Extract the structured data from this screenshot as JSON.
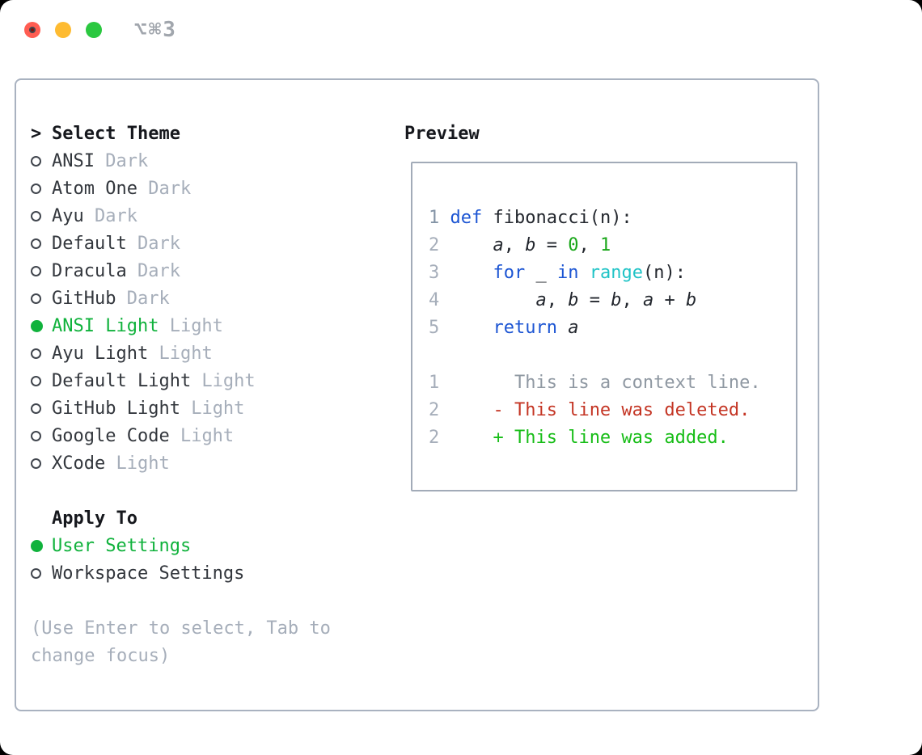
{
  "window": {
    "title": "⌥⌘3",
    "traffic_lights": [
      {
        "name": "close-button",
        "color": "#ff5d52"
      },
      {
        "name": "minimize-button",
        "color": "#febb31"
      },
      {
        "name": "zoom-button",
        "color": "#2bc840"
      }
    ]
  },
  "theme_panel": {
    "header": {
      "prompt": ">",
      "label": "Select Theme"
    },
    "themes": [
      {
        "name": "ANSI",
        "variant": "Dark",
        "selected": false
      },
      {
        "name": "Atom One",
        "variant": "Dark",
        "selected": false
      },
      {
        "name": "Ayu",
        "variant": "Dark",
        "selected": false
      },
      {
        "name": "Default",
        "variant": "Dark",
        "selected": false
      },
      {
        "name": "Dracula",
        "variant": "Dark",
        "selected": false
      },
      {
        "name": "GitHub",
        "variant": "Dark",
        "selected": false
      },
      {
        "name": "ANSI Light",
        "variant": "Light",
        "selected": true
      },
      {
        "name": "Ayu Light",
        "variant": "Light",
        "selected": false
      },
      {
        "name": "Default Light",
        "variant": "Light",
        "selected": false
      },
      {
        "name": "GitHub Light",
        "variant": "Light",
        "selected": false
      },
      {
        "name": "Google Code",
        "variant": "Light",
        "selected": false
      },
      {
        "name": "XCode",
        "variant": "Light",
        "selected": false
      }
    ],
    "apply_to": {
      "label": "Apply To",
      "options": [
        {
          "name": "User Settings",
          "selected": true
        },
        {
          "name": "Workspace Settings",
          "selected": false
        }
      ]
    },
    "help": [
      "(Use Enter to select, Tab to",
      "change focus)"
    ]
  },
  "preview": {
    "label": "Preview",
    "lines": [
      {
        "tokens": [
          {
            "t": "1",
            "c": "numa"
          },
          {
            "t": " ",
            "c": "p"
          },
          {
            "t": "def",
            "c": "kw"
          },
          {
            "t": " fibonacci(n):",
            "c": "p"
          }
        ]
      },
      {
        "tokens": [
          {
            "t": "2",
            "c": "num"
          },
          {
            "t": "     ",
            "c": "p"
          },
          {
            "t": "a",
            "c": "var"
          },
          {
            "t": ", ",
            "c": "p"
          },
          {
            "t": "b",
            "c": "var"
          },
          {
            "t": " = ",
            "c": "p"
          },
          {
            "t": "0",
            "c": "lit"
          },
          {
            "t": ", ",
            "c": "p"
          },
          {
            "t": "1",
            "c": "lit"
          }
        ]
      },
      {
        "tokens": [
          {
            "t": "3",
            "c": "num"
          },
          {
            "t": "     ",
            "c": "p"
          },
          {
            "t": "for",
            "c": "kw"
          },
          {
            "t": " _ ",
            "c": "p"
          },
          {
            "t": "in",
            "c": "kw"
          },
          {
            "t": " ",
            "c": "p"
          },
          {
            "t": "range",
            "c": "cy"
          },
          {
            "t": "(n):",
            "c": "p"
          }
        ]
      },
      {
        "tokens": [
          {
            "t": "4",
            "c": "num"
          },
          {
            "t": "         ",
            "c": "p"
          },
          {
            "t": "a",
            "c": "var"
          },
          {
            "t": ", ",
            "c": "p"
          },
          {
            "t": "b",
            "c": "var"
          },
          {
            "t": " = ",
            "c": "p"
          },
          {
            "t": "b",
            "c": "var"
          },
          {
            "t": ", ",
            "c": "p"
          },
          {
            "t": "a",
            "c": "var"
          },
          {
            "t": " + ",
            "c": "p"
          },
          {
            "t": "b",
            "c": "var"
          }
        ]
      },
      {
        "tokens": [
          {
            "t": "5",
            "c": "num"
          },
          {
            "t": "     ",
            "c": "p"
          },
          {
            "t": "return",
            "c": "kw"
          },
          {
            "t": " ",
            "c": "p"
          },
          {
            "t": "a",
            "c": "var"
          }
        ]
      },
      {
        "tokens": []
      },
      {
        "tokens": [
          {
            "t": "1",
            "c": "num"
          },
          {
            "t": "       This is a context line.",
            "c": "ctx"
          }
        ]
      },
      {
        "tokens": [
          {
            "t": "2",
            "c": "num"
          },
          {
            "t": "     ",
            "c": "p"
          },
          {
            "t": "- This line was deleted.",
            "c": "del"
          }
        ]
      },
      {
        "tokens": [
          {
            "t": "2",
            "c": "num"
          },
          {
            "t": "     ",
            "c": "p"
          },
          {
            "t": "+ This line was added.",
            "c": "add"
          }
        ]
      }
    ]
  },
  "colors": {
    "selection_green": "#10b23c",
    "muted_gray": "#a6aeba",
    "item_text": "#33373d",
    "header_text": "#16181d",
    "panel_border": "#a9b2c0",
    "code_keyword_blue": "#1c55d3",
    "code_literal_green": "#1aa71a",
    "code_function_cyan": "#1fc3c6",
    "diff_deleted_red": "#c43524",
    "diff_added_green": "#17bd17",
    "traffic_red": "#ff5d52",
    "traffic_yellow": "#febb31",
    "traffic_green": "#2bc840"
  }
}
